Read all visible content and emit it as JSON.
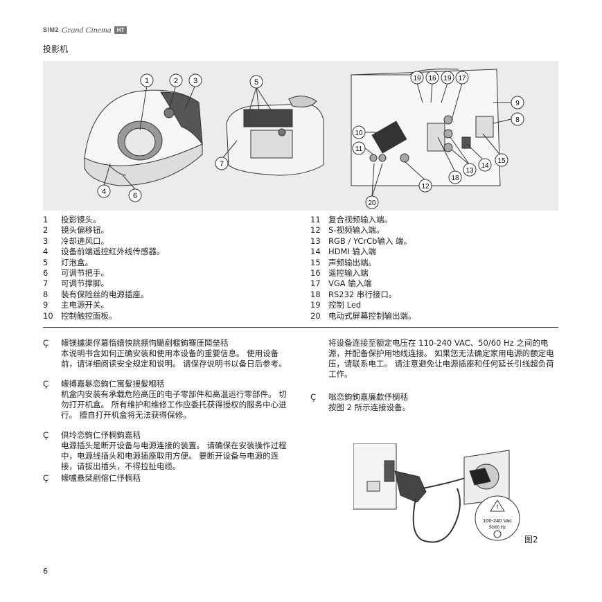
{
  "header": {
    "brand_sim": "SIM2",
    "brand_grand_cinema": "Grand Cinema",
    "brand_ht": "HT",
    "section_title": "投影机"
  },
  "figure1": {
    "callouts_left": [
      "1",
      "2",
      "3",
      "4",
      "6",
      "5",
      "7"
    ],
    "callouts_right": [
      "19",
      "16",
      "19",
      "17",
      "9",
      "8",
      "10",
      "11",
      "13",
      "14",
      "15",
      "18",
      "12",
      "20"
    ]
  },
  "legend_left": [
    {
      "num": "1",
      "text": "投影镜头。"
    },
    {
      "num": "2",
      "text": "镜头偏移钮。"
    },
    {
      "num": "3",
      "text": "冷却进风口。"
    },
    {
      "num": "4",
      "text": "设备前端遥控红外线传感器。"
    },
    {
      "num": "5",
      "text": "灯泡盒。"
    },
    {
      "num": "6",
      "text": "可调节把手。"
    },
    {
      "num": "7",
      "text": "可调节撑脚。"
    },
    {
      "num": "8",
      "text": "装有保险丝的电源插座。"
    },
    {
      "num": "9",
      "text": "主电源开关。"
    },
    {
      "num": "10",
      "text": "控制触控面板。"
    }
  ],
  "legend_right": [
    {
      "num": "11",
      "text": "复合视频输入端。"
    },
    {
      "num": "12",
      "text": "S-视频输入端。"
    },
    {
      "num": "13",
      "text": "RGB / YCrCb输入 端。"
    },
    {
      "num": "14",
      "text": "HDMI 输入端"
    },
    {
      "num": "15",
      "text": "声频输出端。"
    },
    {
      "num": "16",
      "text": "遥控输入端"
    },
    {
      "num": "17",
      "text": "VGA 输入端"
    },
    {
      "num": "18",
      "text": "RS232 串行接口。"
    },
    {
      "num": "19",
      "text": "控制 Led"
    },
    {
      "num": "20",
      "text": "电动式屏幕控制输出端。"
    }
  ],
  "left_column": [
    {
      "bullet": "Ç",
      "head": "幪镁攎渠俘簒惰嬉怏朓掤怐颵剷椻鉤骞厓鬦垒秳",
      "body": "本说明书含如何正确安装和使用本设备的重要信息。 使用设备前，请详细阅读安全规定和说明。 请保存说明书以备日后参考。"
    },
    {
      "bullet": "Ç",
      "head": "幪搏嘉鬖恋鉤仁寓髮搜髮嗰秳",
      "body": "机盒内安装有承载危险高压的电子零部件和高温运行零部件。 切勿打开机盒。 所有维护和维修工作应委托获得授权的服务中心进行。 擅自打开机盒将无法获得保修。"
    },
    {
      "bullet": "Ç",
      "head": "倶坽恋鉤仁伃椆鉤嘉秳",
      "body": "电源插头是断开设备与电源连接的装置。 请确保在安装操作过程中，电源线插头和电源插座取用方便。 要断开设备与电源的连接，请拔出插头，不得拉扯电缆。"
    },
    {
      "bullet": "Ç",
      "head": "幪嚧悬栞剷傛仁伃椆秳",
      "body": ""
    }
  ],
  "right_column": [
    {
      "bullet": "",
      "head": "",
      "body": "将设备连接至额定电压在 110-240 VAC、50/60 Hz 之间的电源，并配备保护用地线连接。 如果您无法确定家用电源的额定电压，请联系电工。 请注意避免让电源插座和任何延长引线超负荷工作。"
    },
    {
      "bullet": "Ç",
      "head": "嗡恋鉤鉤嘉廉歔伃椆秳",
      "body": "按图 2 所示连接设备。"
    }
  ],
  "figure2": {
    "voltage": "100-240 Vac",
    "frequency": "50/60 Hz",
    "label": "图2"
  },
  "page_number": "6"
}
